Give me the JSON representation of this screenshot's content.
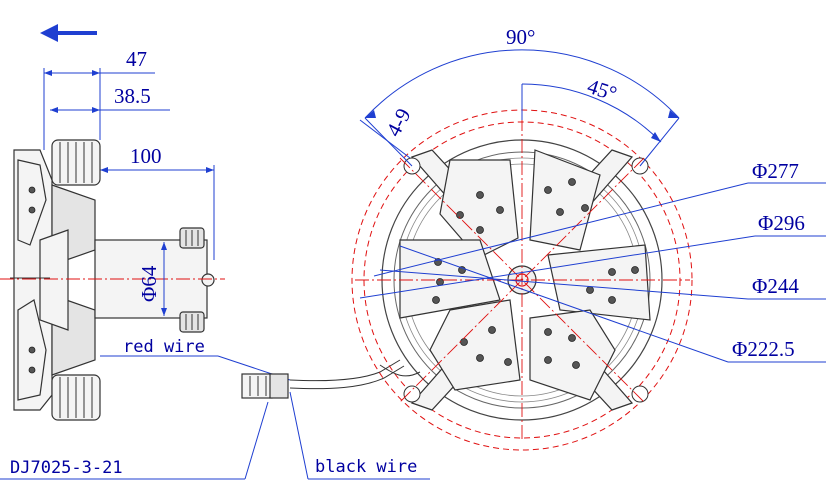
{
  "side_view": {
    "dim_overall": "47",
    "dim_blade": "38.5",
    "dim_motor": "100",
    "dim_motor_dia": "Φ64",
    "direction_arrow": "left-arrow-icon"
  },
  "front_view": {
    "angle_outer": "90°",
    "angle_inner": "45°",
    "slot": "4-9",
    "diameters": [
      "Φ277",
      "Φ296",
      "Φ244",
      "Φ222.5"
    ]
  },
  "labels": {
    "red_wire": "red wire",
    "black_wire": "black wire",
    "connector": "DJ7025-3-21"
  },
  "colors": {
    "dimension_blue": "#1f3fd1",
    "text_blue": "#0000a0",
    "centerline_red": "#e01010"
  }
}
